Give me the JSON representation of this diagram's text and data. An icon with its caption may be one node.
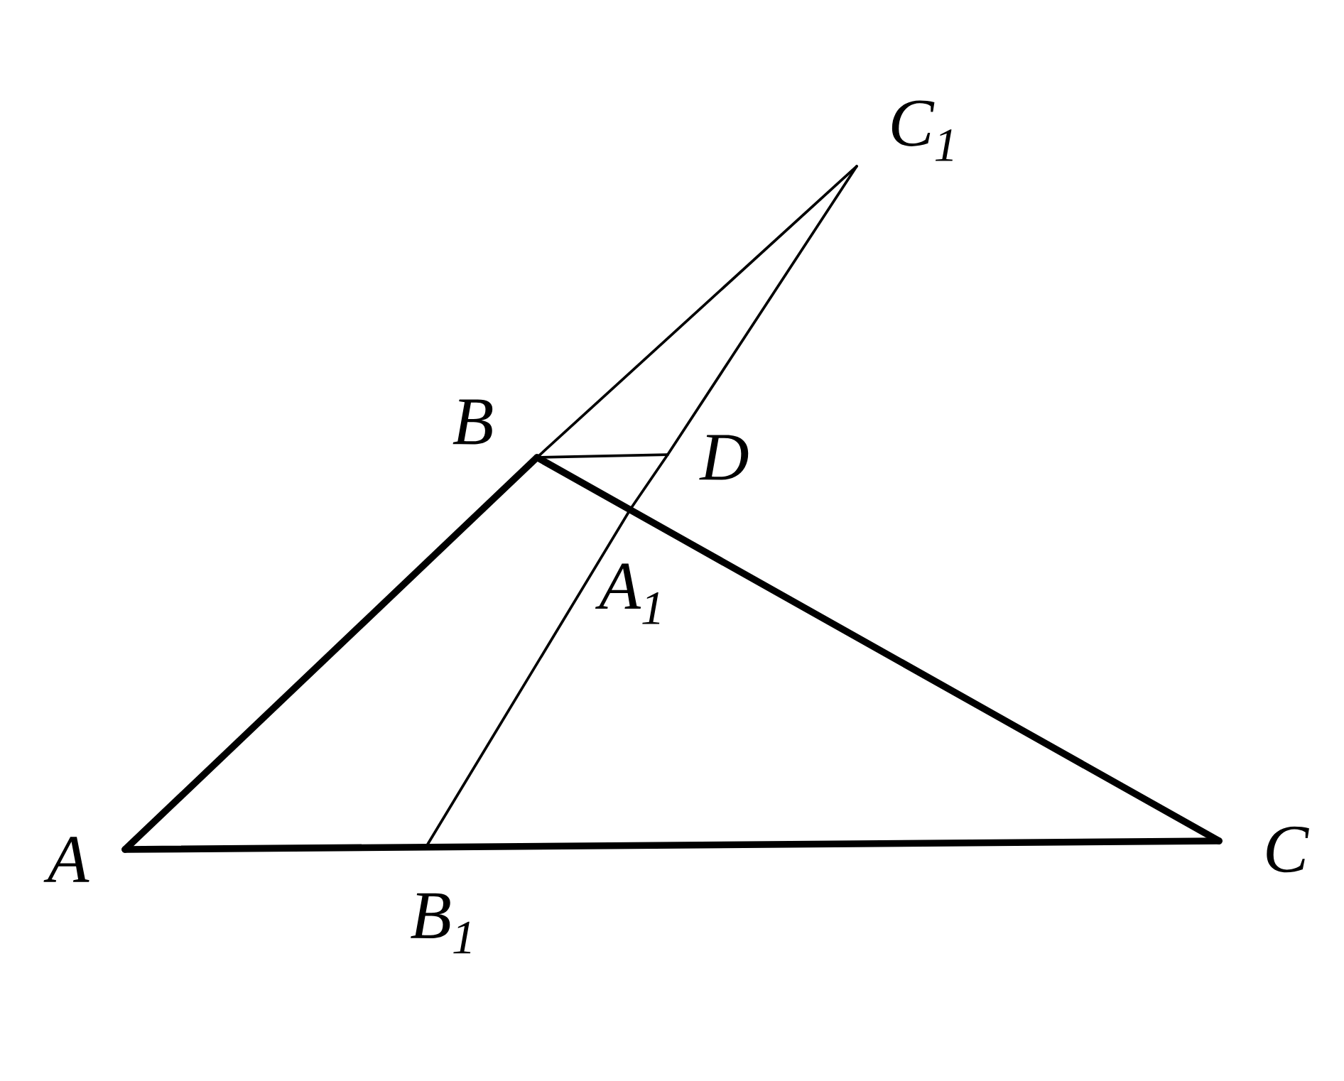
{
  "diagram": {
    "nodes": [
      {
        "text": [
          "C$_{1}$"
        ]
      },
      {
        "text": [
          "B"
        ]
      },
      {
        "text": [
          "D"
        ]
      },
      {
        "text": [
          "A$_{1}$"
        ]
      },
      {
        "text": [
          "A"
        ]
      },
      {
        "text": [
          "B$_{1}$"
        ]
      },
      {
        "text": [
          "C"
        ]
      }
    ],
    "edges": [
      {
        "from": 4,
        "to": 1,
        "arrow": "none",
        "style": "thick"
      },
      {
        "from": 1,
        "to": 6,
        "arrow": "none",
        "style": "thick"
      },
      {
        "from": 4,
        "to": 6,
        "arrow": "none",
        "style": "thick"
      },
      {
        "from": 1,
        "to": 0,
        "arrow": "none"
      },
      {
        "from": 0,
        "to": 2,
        "arrow": "none"
      },
      {
        "from": 2,
        "to": 3,
        "arrow": "none"
      },
      {
        "from": 3,
        "to": 5,
        "arrow": "none"
      },
      {
        "from": 1,
        "to": 2,
        "arrow": "none"
      }
    ]
  }
}
